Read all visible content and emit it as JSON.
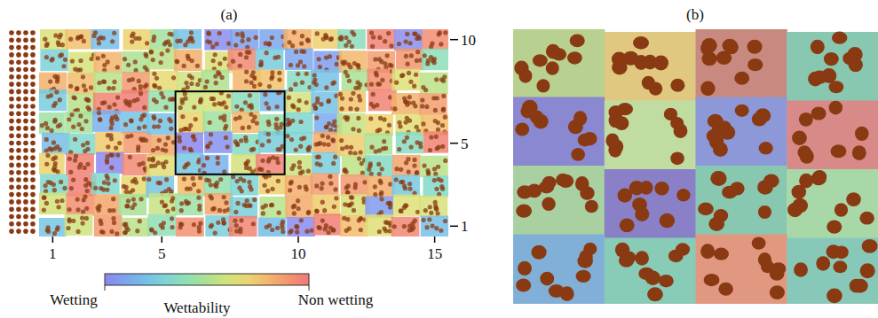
{
  "diagram": {
    "labels": [
      "(a)",
      "(b)",
      "1",
      "5",
      "10",
      "15",
      "1",
      "5",
      "10",
      "Wetting",
      "Wettability",
      "Non wetting"
    ]
  }
}
